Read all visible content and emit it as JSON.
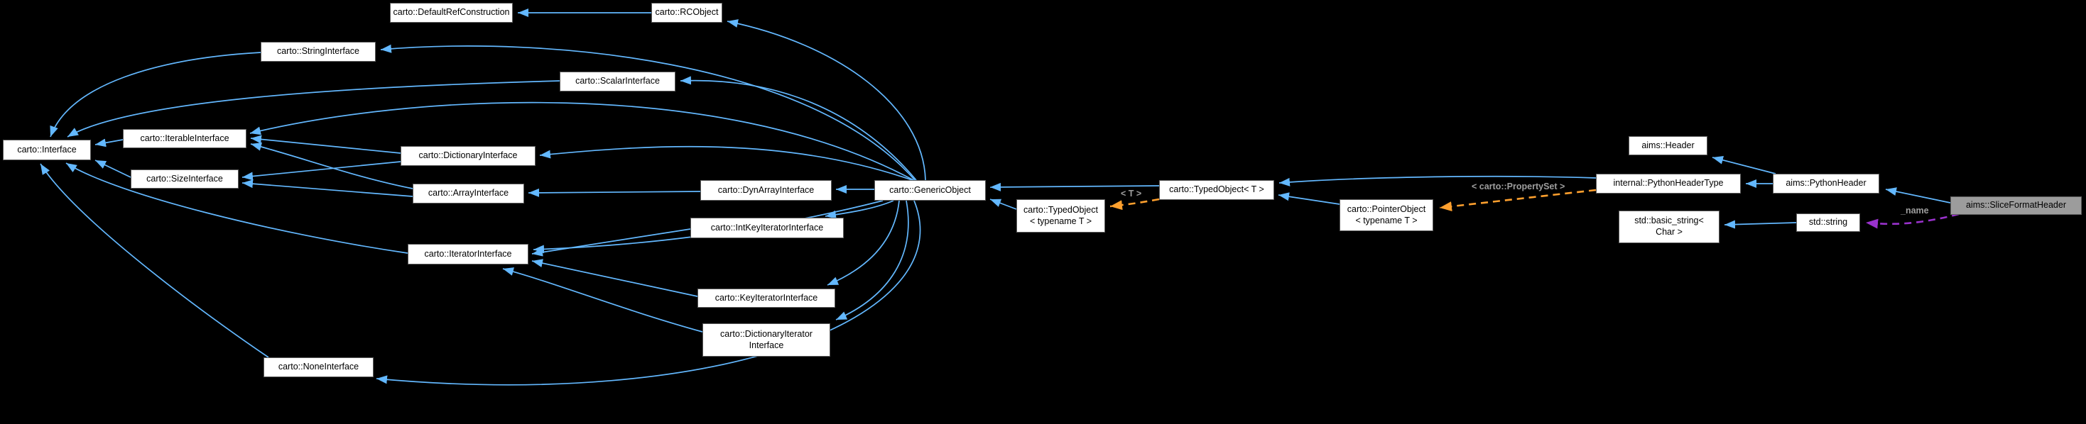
{
  "colors": {
    "background": "#000000",
    "node_fill": "#ffffff",
    "node_border": "#5d5d5d",
    "node_text": "#000000",
    "highlight_fill": "#9c9c9c",
    "inheritance_edge": "#63b8ff",
    "template_edge": "#ffa02e",
    "usage_edge": "#9a32cd",
    "edge_label_text": "#9e9e9e"
  },
  "nodes": {
    "default_ref_construction": {
      "label": "carto::DefaultRefConstruction"
    },
    "rc_object": {
      "label": "carto::RCObject"
    },
    "string_interface": {
      "label": "carto::StringInterface"
    },
    "scalar_interface": {
      "label": "carto::ScalarInterface"
    },
    "interface": {
      "label": "carto::Interface"
    },
    "iterable_interface": {
      "label": "carto::IterableInterface"
    },
    "size_interface": {
      "label": "carto::SizeInterface"
    },
    "dictionary_interface": {
      "label": "carto::DictionaryInterface"
    },
    "array_interface": {
      "label": "carto::ArrayInterface"
    },
    "dynarray_interface": {
      "label": "carto::DynArrayInterface"
    },
    "generic_object": {
      "label": "carto::GenericObject"
    },
    "intkey_iterator_interface": {
      "label": "carto::IntKeyIteratorInterface"
    },
    "iterator_interface": {
      "label": "carto::IteratorInterface"
    },
    "key_iterator_interface": {
      "label": "carto::KeyIteratorInterface"
    },
    "dictionary_iterator_interface": {
      "label": "carto::DictionaryIterator\nInterface"
    },
    "none_interface": {
      "label": "carto::NoneInterface"
    },
    "typed_object_typename": {
      "label": "carto::TypedObject\n< typename T >"
    },
    "typed_object_t": {
      "label": "carto::TypedObject< T >"
    },
    "pointer_object": {
      "label": "carto::PointerObject\n< typename T >"
    },
    "aims_header": {
      "label": "aims::Header"
    },
    "python_header_type": {
      "label": "internal::PythonHeaderType"
    },
    "aims_python_header": {
      "label": "aims::PythonHeader"
    },
    "std_basic_string": {
      "label": "std::basic_string<\nChar >"
    },
    "std_string": {
      "label": "std::string"
    },
    "slice_format_header": {
      "label": "aims::SliceFormatHeader"
    }
  },
  "edge_labels": {
    "template_t": "< T >",
    "template_property_set": "< carto::PropertySet >",
    "name": "_name"
  },
  "edges": [
    {
      "from": "carto::RCObject",
      "to": "carto::DefaultRefConstruction",
      "type": "inheritance"
    },
    {
      "from": "carto::GenericObject",
      "to": "carto::RCObject",
      "type": "inheritance"
    },
    {
      "from": "carto::GenericObject",
      "to": "carto::StringInterface",
      "type": "inheritance"
    },
    {
      "from": "carto::GenericObject",
      "to": "carto::ScalarInterface",
      "type": "inheritance"
    },
    {
      "from": "carto::GenericObject",
      "to": "carto::IterableInterface",
      "type": "inheritance"
    },
    {
      "from": "carto::GenericObject",
      "to": "carto::DictionaryInterface",
      "type": "inheritance"
    },
    {
      "from": "carto::GenericObject",
      "to": "carto::DynArrayInterface",
      "type": "inheritance"
    },
    {
      "from": "carto::GenericObject",
      "to": "carto::IntKeyIteratorInterface",
      "type": "inheritance"
    },
    {
      "from": "carto::GenericObject",
      "to": "carto::IteratorInterface",
      "type": "inheritance"
    },
    {
      "from": "carto::GenericObject",
      "to": "carto::KeyIteratorInterface",
      "type": "inheritance"
    },
    {
      "from": "carto::GenericObject",
      "to": "carto::DictionaryIteratorInterface",
      "type": "inheritance"
    },
    {
      "from": "carto::GenericObject",
      "to": "carto::NoneInterface",
      "type": "inheritance"
    },
    {
      "from": "carto::StringInterface",
      "to": "carto::Interface",
      "type": "inheritance"
    },
    {
      "from": "carto::ScalarInterface",
      "to": "carto::Interface",
      "type": "inheritance"
    },
    {
      "from": "carto::IterableInterface",
      "to": "carto::Interface",
      "type": "inheritance"
    },
    {
      "from": "carto::SizeInterface",
      "to": "carto::Interface",
      "type": "inheritance"
    },
    {
      "from": "carto::IteratorInterface",
      "to": "carto::Interface",
      "type": "inheritance"
    },
    {
      "from": "carto::NoneInterface",
      "to": "carto::Interface",
      "type": "inheritance"
    },
    {
      "from": "carto::DictionaryInterface",
      "to": "carto::IterableInterface",
      "type": "inheritance"
    },
    {
      "from": "carto::DictionaryInterface",
      "to": "carto::SizeInterface",
      "type": "inheritance"
    },
    {
      "from": "carto::ArrayInterface",
      "to": "carto::IterableInterface",
      "type": "inheritance"
    },
    {
      "from": "carto::ArrayInterface",
      "to": "carto::SizeInterface",
      "type": "inheritance"
    },
    {
      "from": "carto::DynArrayInterface",
      "to": "carto::ArrayInterface",
      "type": "inheritance"
    },
    {
      "from": "carto::IntKeyIteratorInterface",
      "to": "carto::IteratorInterface",
      "type": "inheritance"
    },
    {
      "from": "carto::KeyIteratorInterface",
      "to": "carto::IteratorInterface",
      "type": "inheritance"
    },
    {
      "from": "carto::DictionaryIteratorInterface",
      "to": "carto::IteratorInterface",
      "type": "inheritance"
    },
    {
      "from": "carto::TypedObject< typename T >",
      "to": "carto::GenericObject",
      "type": "inheritance"
    },
    {
      "from": "carto::TypedObject< T >",
      "to": "carto::GenericObject",
      "type": "inheritance"
    },
    {
      "from": "carto::PointerObject< typename T >",
      "to": "carto::TypedObject< T >",
      "type": "inheritance"
    },
    {
      "from": "internal::PythonHeaderType",
      "to": "carto::TypedObject< T >",
      "type": "inheritance"
    },
    {
      "from": "aims::PythonHeader",
      "to": "internal::PythonHeaderType",
      "type": "inheritance"
    },
    {
      "from": "aims::PythonHeader",
      "to": "aims::Header",
      "type": "inheritance"
    },
    {
      "from": "aims::SliceFormatHeader",
      "to": "aims::PythonHeader",
      "type": "inheritance"
    },
    {
      "from": "std::string",
      "to": "std::basic_string< Char >",
      "type": "inheritance"
    },
    {
      "from": "carto::TypedObject< T >",
      "to": "carto::TypedObject< typename T >",
      "type": "template",
      "label": "< T >"
    },
    {
      "from": "internal::PythonHeaderType",
      "to": "carto::PointerObject< typename T >",
      "type": "template",
      "label": "< carto::PropertySet >"
    },
    {
      "from": "aims::SliceFormatHeader",
      "to": "std::string",
      "type": "usage",
      "label": "_name"
    }
  ]
}
